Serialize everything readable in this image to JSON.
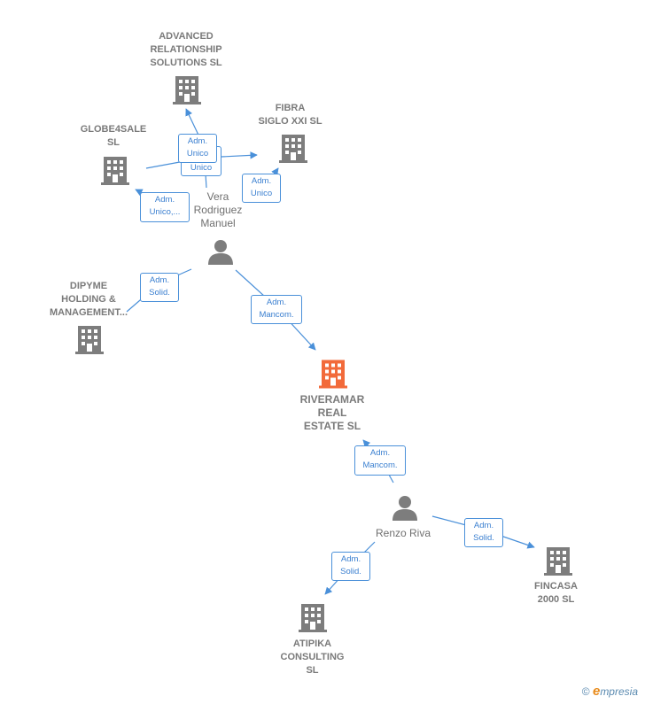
{
  "nodes": {
    "advanced": "ADVANCED\nRELATIONSHIP\nSOLUTIONS  SL",
    "fibra": "FIBRA\nSIGLO XXI  SL",
    "globe": "GLOBE4SALE\nSL",
    "dipyme": "DIPYME\nHOLDING &\nMANAGEMENT...",
    "riveramar": "RIVERAMAR\nREAL\nESTATE  SL",
    "fincasa": "FINCASA\n2000 SL",
    "atipika": "ATIPIKA\nCONSULTING\nSL"
  },
  "people": {
    "vera": "Vera\nRodriguez\nManuel",
    "renzo": "Renzo Riva"
  },
  "badges": {
    "adv1": "Adm.\nUnico",
    "adv2": "Unico",
    "fibra": "Adm.\nUnico",
    "globe": "Adm.\nUnico,...",
    "dipyme": "Adm.\nSolid.",
    "riveramar_vera": "Adm.\nMancom.",
    "riveramar_renzo": "Adm.\nMancom.",
    "fincasa": "Adm.\nSolid.",
    "atipika": "Adm.\nSolid."
  },
  "colors": {
    "building": "#7d7d7d",
    "focus_building": "#f26a3a",
    "edge": "#4a90d9",
    "person": "#7d7d7d"
  },
  "footer": {
    "copyright": "©",
    "brand_e": "e",
    "brand_rest": "mpresia"
  }
}
